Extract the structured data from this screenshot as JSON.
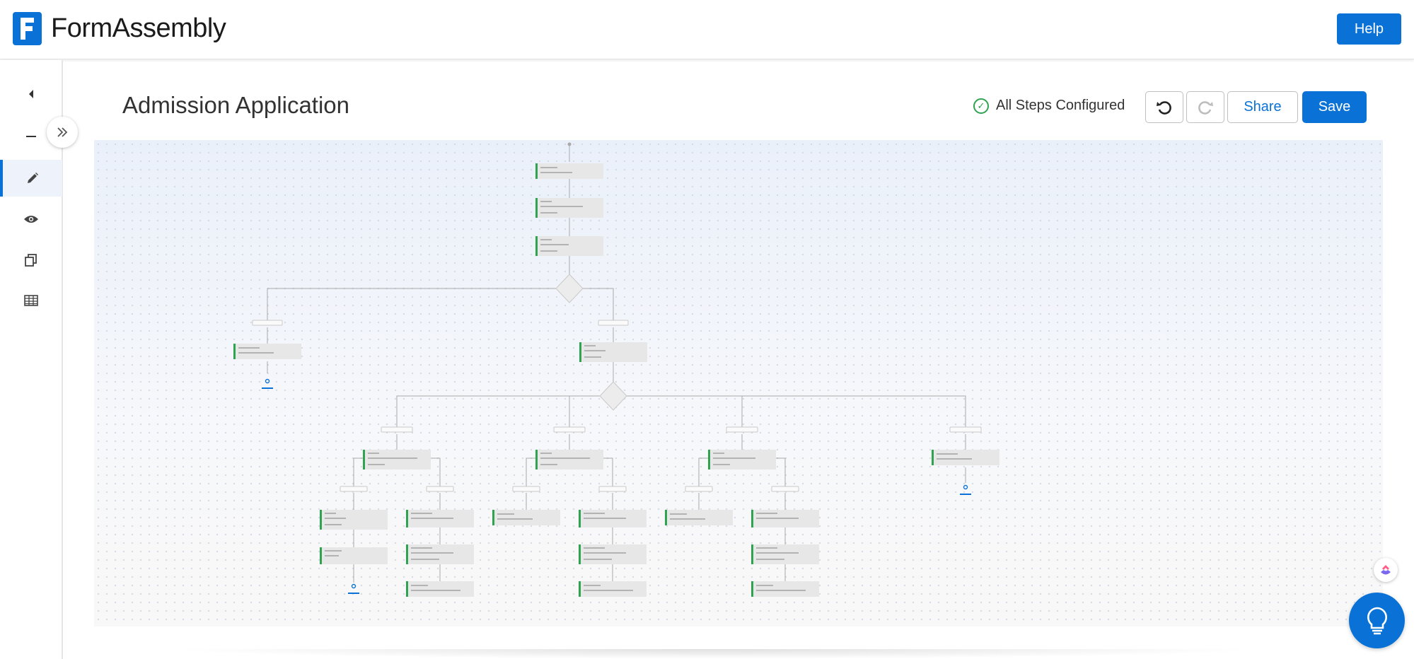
{
  "app": {
    "name": "FormAssembly",
    "help_label": "Help"
  },
  "page": {
    "title": "Admission Application"
  },
  "status": {
    "label": "All Steps Configured"
  },
  "toolbar": {
    "share_label": "Share",
    "save_label": "Save"
  },
  "sidebar": {
    "items": [
      {
        "name": "collapse-arrow-icon"
      },
      {
        "name": "minus-icon"
      },
      {
        "name": "pencil-icon",
        "active": true
      },
      {
        "name": "eye-icon"
      },
      {
        "name": "copy-icon"
      },
      {
        "name": "table-icon"
      }
    ]
  },
  "colors": {
    "accent": "#0a72d6",
    "success": "#2fa34f",
    "node_bar": "#2fa34f"
  }
}
